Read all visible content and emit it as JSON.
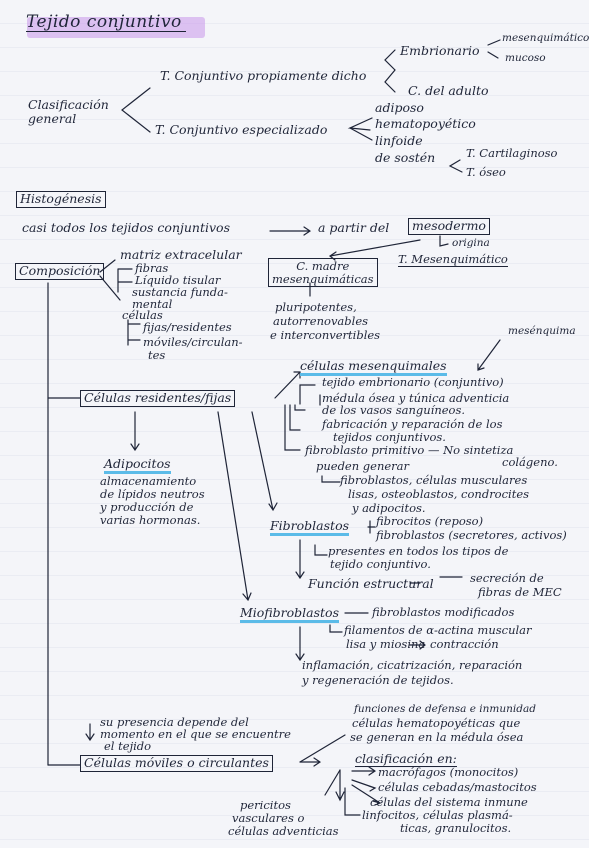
{
  "title": "Tejido conjuntivo",
  "clasificacion": {
    "label": "Clasificación general",
    "propiamente": "T. Conjuntivo propiamente dicho",
    "embrionario": "Embrionario",
    "mesenquimatico": "mesenquimático",
    "mucoso": "mucoso",
    "adulto": "C. del adulto",
    "especializado": "T. Conjuntivo especializado",
    "adiposo": "adiposo",
    "hematopoyetico": "hematopoyético",
    "linfoide": "linfoide",
    "sosten": "de sostén",
    "cartilaginoso": "T. Cartilaginoso",
    "oseo": "T. óseo"
  },
  "histogenesis": {
    "label": "Histogénesis",
    "text": "casi todos los tejidos conjuntivos",
    "partir": "a partir del",
    "mesodermo": "mesodermo",
    "origina": "origina",
    "mesenquimatico": "T. Mesenquimático",
    "madre_1": "C. madre",
    "madre_2": "mesenquimáticas",
    "props": [
      "pluripotentes,",
      "autorrenovables",
      "e interconvertibles"
    ]
  },
  "composicion": {
    "label": "Composición",
    "matriz": "matriz extracelular",
    "fibras": "fibras",
    "liquido": "Líquido tisular",
    "sustancia_1": "sustancia funda-",
    "sustancia_2": "mental",
    "celulas": "células",
    "fijas": "fijas/residentes",
    "moviles_1": "móviles/circulan-",
    "moviles_2": "tes"
  },
  "residentes": {
    "label": "Células residentes/fijas",
    "mesenquima_note": "mesénquima",
    "mesenquimales": "células mesenquimales",
    "items": [
      "tejido embrionario (conjuntivo)",
      "médula ósea y túnica adventicia",
      "de los vasos sanguíneos.",
      "fabricación y reparación de los",
      "tejidos conjuntivos.",
      "fibroblasto primitivo — No sintetiza",
      "colágeno.",
      "pueden generar",
      "fibroblastos, células musculares",
      "lisas, osteoblastos, condrocites",
      "y adipocitos."
    ]
  },
  "adipocitos": {
    "label": "Adipocitos",
    "lines": [
      "almacenamiento",
      "de lípidos neutros",
      "y producción de",
      "varias hormonas."
    ]
  },
  "fibroblastos": {
    "label": "Fibroblastos",
    "fibrocitos": "fibrocitos (reposo)",
    "secretores": "fibroblastos (secretores, activos)",
    "presentes_1": "presentes en todos los tipos de",
    "presentes_2": "tejido conjuntivo.",
    "funcion": "Función estructural",
    "secrecion_1": "secreción de",
    "secrecion_2": "fibras de MEC"
  },
  "miofibroblastos": {
    "label": "Miofibroblastos",
    "modificados": "fibroblastos modificados",
    "filamentos_1": "filamentos de α-actina muscular",
    "filamentos_2": "lisa y miosina",
    "contraccion": "contracción",
    "inflamacion_1": "inflamación, cicatrización, reparación",
    "inflamacion_2": "y regeneración de tejidos."
  },
  "moviles": {
    "label": "Células móviles o circulantes",
    "presencia_1": "su presencia depende del",
    "presencia_2": "momento en el que se encuentre",
    "presencia_3": "el tejido",
    "funciones_1": "funciones de defensa e inmunidad",
    "funciones_2": "células hematopoyéticas que",
    "funciones_3": "se generan en la médula ósea",
    "clasificacion": "clasificación en:",
    "macrofagos": "macrófagos (monocitos)",
    "cebadas": "células cebadas/mastocitos",
    "sistema": "células del sistema inmune",
    "linfocitos_1": "linfocitos, células plasmá-",
    "linfocitos_2": "ticas, granulocitos.",
    "pericitos": [
      "pericitos",
      "vasculares o",
      "células adventicias"
    ]
  }
}
